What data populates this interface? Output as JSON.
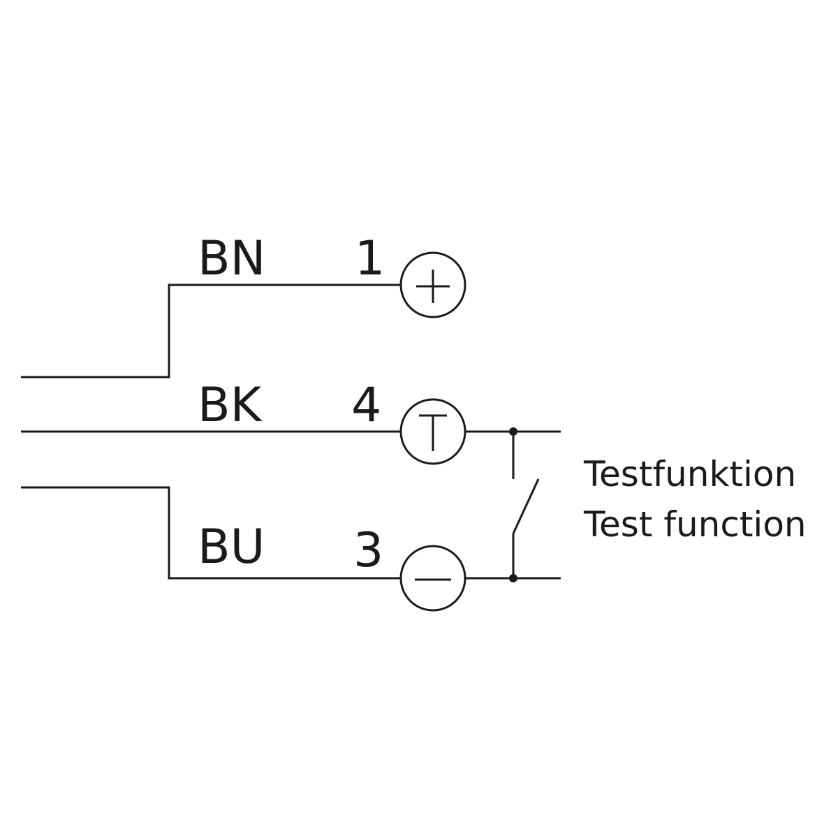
{
  "wires": [
    {
      "color_code": "BN",
      "pin": "1",
      "terminal_symbol": "+"
    },
    {
      "color_code": "BK",
      "pin": "4",
      "terminal_symbol": "T"
    },
    {
      "color_code": "BU",
      "pin": "3",
      "terminal_symbol": "−"
    }
  ],
  "test_function": {
    "label_de": "Testfunktion",
    "label_en": "Test function"
  },
  "colors": {
    "line": "#1a1a1a",
    "background": "#ffffff"
  }
}
